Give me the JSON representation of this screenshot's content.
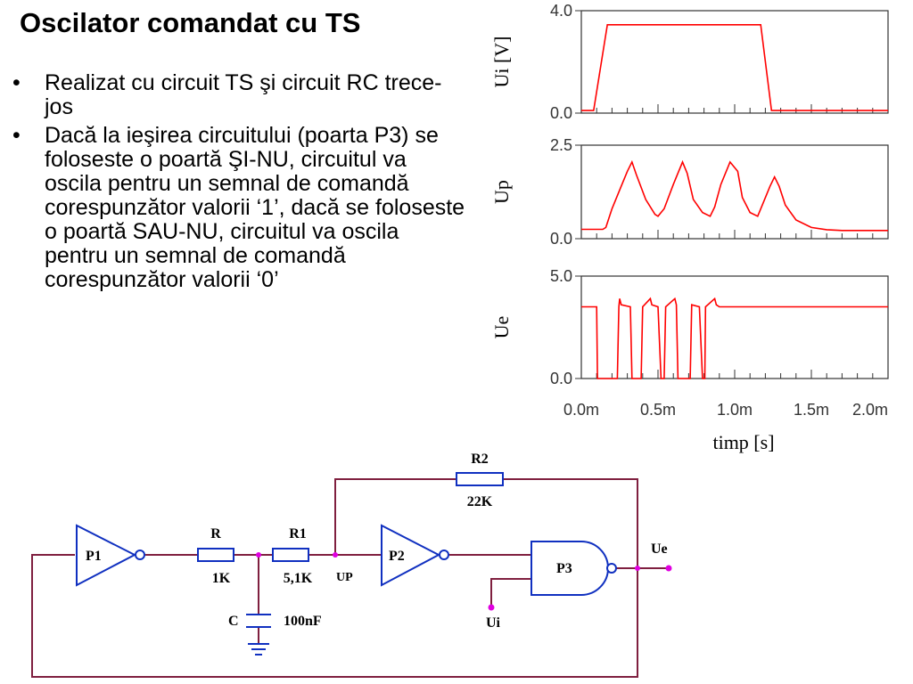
{
  "slide": {
    "title": "Oscilator comandat cu TS",
    "bullets": [
      "Realizat cu circuit TS şi circuit RC trece-jos",
      "Dacă la ieşirea circuitului (poarta P3) se foloseste o poartă ŞI-NU, circuitul va oscila pentru un semnal de comandă corespunzător valorii ‘1’, dacă se foloseste o poartă SAU-NU, circuitul va oscila pentru un semnal de comandă corespunzător valorii ‘0’"
    ]
  },
  "chart_data": {
    "type": "line",
    "xlabel": "timp [s]",
    "x_ticks": [
      "0.0m",
      "0.5m",
      "1.0m",
      "1.5m",
      "2.0m"
    ],
    "xlim": [
      0,
      2.0
    ],
    "line_color": "#ff0000",
    "panels": [
      {
        "name": "Ui",
        "ylabel": "Ui [V]",
        "ylim": [
          0,
          4.0
        ],
        "y_ticks": [
          "4.0",
          "0.0"
        ],
        "x": [
          0,
          0.08,
          0.17,
          1.17,
          1.24,
          2.0
        ],
        "y": [
          0.1,
          0.1,
          3.45,
          3.45,
          0.1,
          0.1
        ]
      },
      {
        "name": "Up",
        "ylabel": "Up",
        "ylim": [
          0,
          2.5
        ],
        "y_ticks": [
          "2.5",
          "0.0"
        ],
        "x": [
          0,
          0.14,
          0.16,
          0.2,
          0.26,
          0.3,
          0.33,
          0.36,
          0.42,
          0.48,
          0.5,
          0.54,
          0.6,
          0.66,
          0.69,
          0.73,
          0.79,
          0.84,
          0.87,
          0.91,
          0.97,
          1.02,
          1.05,
          1.1,
          1.15,
          1.18,
          1.23,
          1.26,
          1.29,
          1.33,
          1.4,
          1.5,
          1.6,
          1.7,
          2.0
        ],
        "y": [
          0.25,
          0.25,
          0.3,
          0.8,
          1.4,
          1.8,
          2.05,
          1.7,
          1.05,
          0.65,
          0.6,
          0.8,
          1.45,
          2.05,
          1.75,
          1.05,
          0.7,
          0.6,
          0.85,
          1.45,
          2.05,
          1.8,
          1.1,
          0.7,
          0.6,
          0.9,
          1.4,
          1.65,
          1.4,
          0.9,
          0.5,
          0.3,
          0.24,
          0.22,
          0.22
        ]
      },
      {
        "name": "Ue",
        "ylabel": "Ue",
        "ylim": [
          0,
          5.0
        ],
        "y_ticks": [
          "5.0",
          "0.0"
        ],
        "x": [
          0,
          0.1,
          0.105,
          0.17,
          0.2,
          0.235,
          0.245,
          0.25,
          0.26,
          0.32,
          0.33,
          0.35,
          0.39,
          0.4,
          0.45,
          0.46,
          0.5,
          0.52,
          0.53,
          0.54,
          0.55,
          0.61,
          0.62,
          0.63,
          0.71,
          0.72,
          0.77,
          0.79,
          0.8,
          0.805,
          0.81,
          0.87,
          0.88,
          0.9,
          1.3,
          2.0
        ],
        "y": [
          3.5,
          3.5,
          0,
          0,
          0,
          0,
          3.5,
          3.9,
          3.6,
          3.5,
          0,
          0,
          0,
          3.5,
          3.9,
          3.6,
          3.5,
          0,
          0,
          0,
          3.5,
          3.9,
          3.6,
          0,
          0,
          3.6,
          3.5,
          0,
          0,
          0,
          3.5,
          3.9,
          3.6,
          3.5,
          3.5,
          3.5
        ]
      }
    ]
  },
  "circuit": {
    "gates": {
      "p1": "P1",
      "p2": "P2",
      "p3": "P3"
    },
    "resistors": {
      "r": {
        "name": "R",
        "value": "1K"
      },
      "r1": {
        "name": "R1",
        "value": "5,1K"
      },
      "r2": {
        "name": "R2",
        "value": "22K"
      }
    },
    "capacitor": {
      "name": "C",
      "value": "100nF"
    },
    "nodes": {
      "up": "UP",
      "ue": "Ue",
      "ui": "Ui"
    },
    "colors": {
      "wire": "#7f1f3f",
      "component": "#1030c0",
      "node": "#e000e0"
    }
  }
}
